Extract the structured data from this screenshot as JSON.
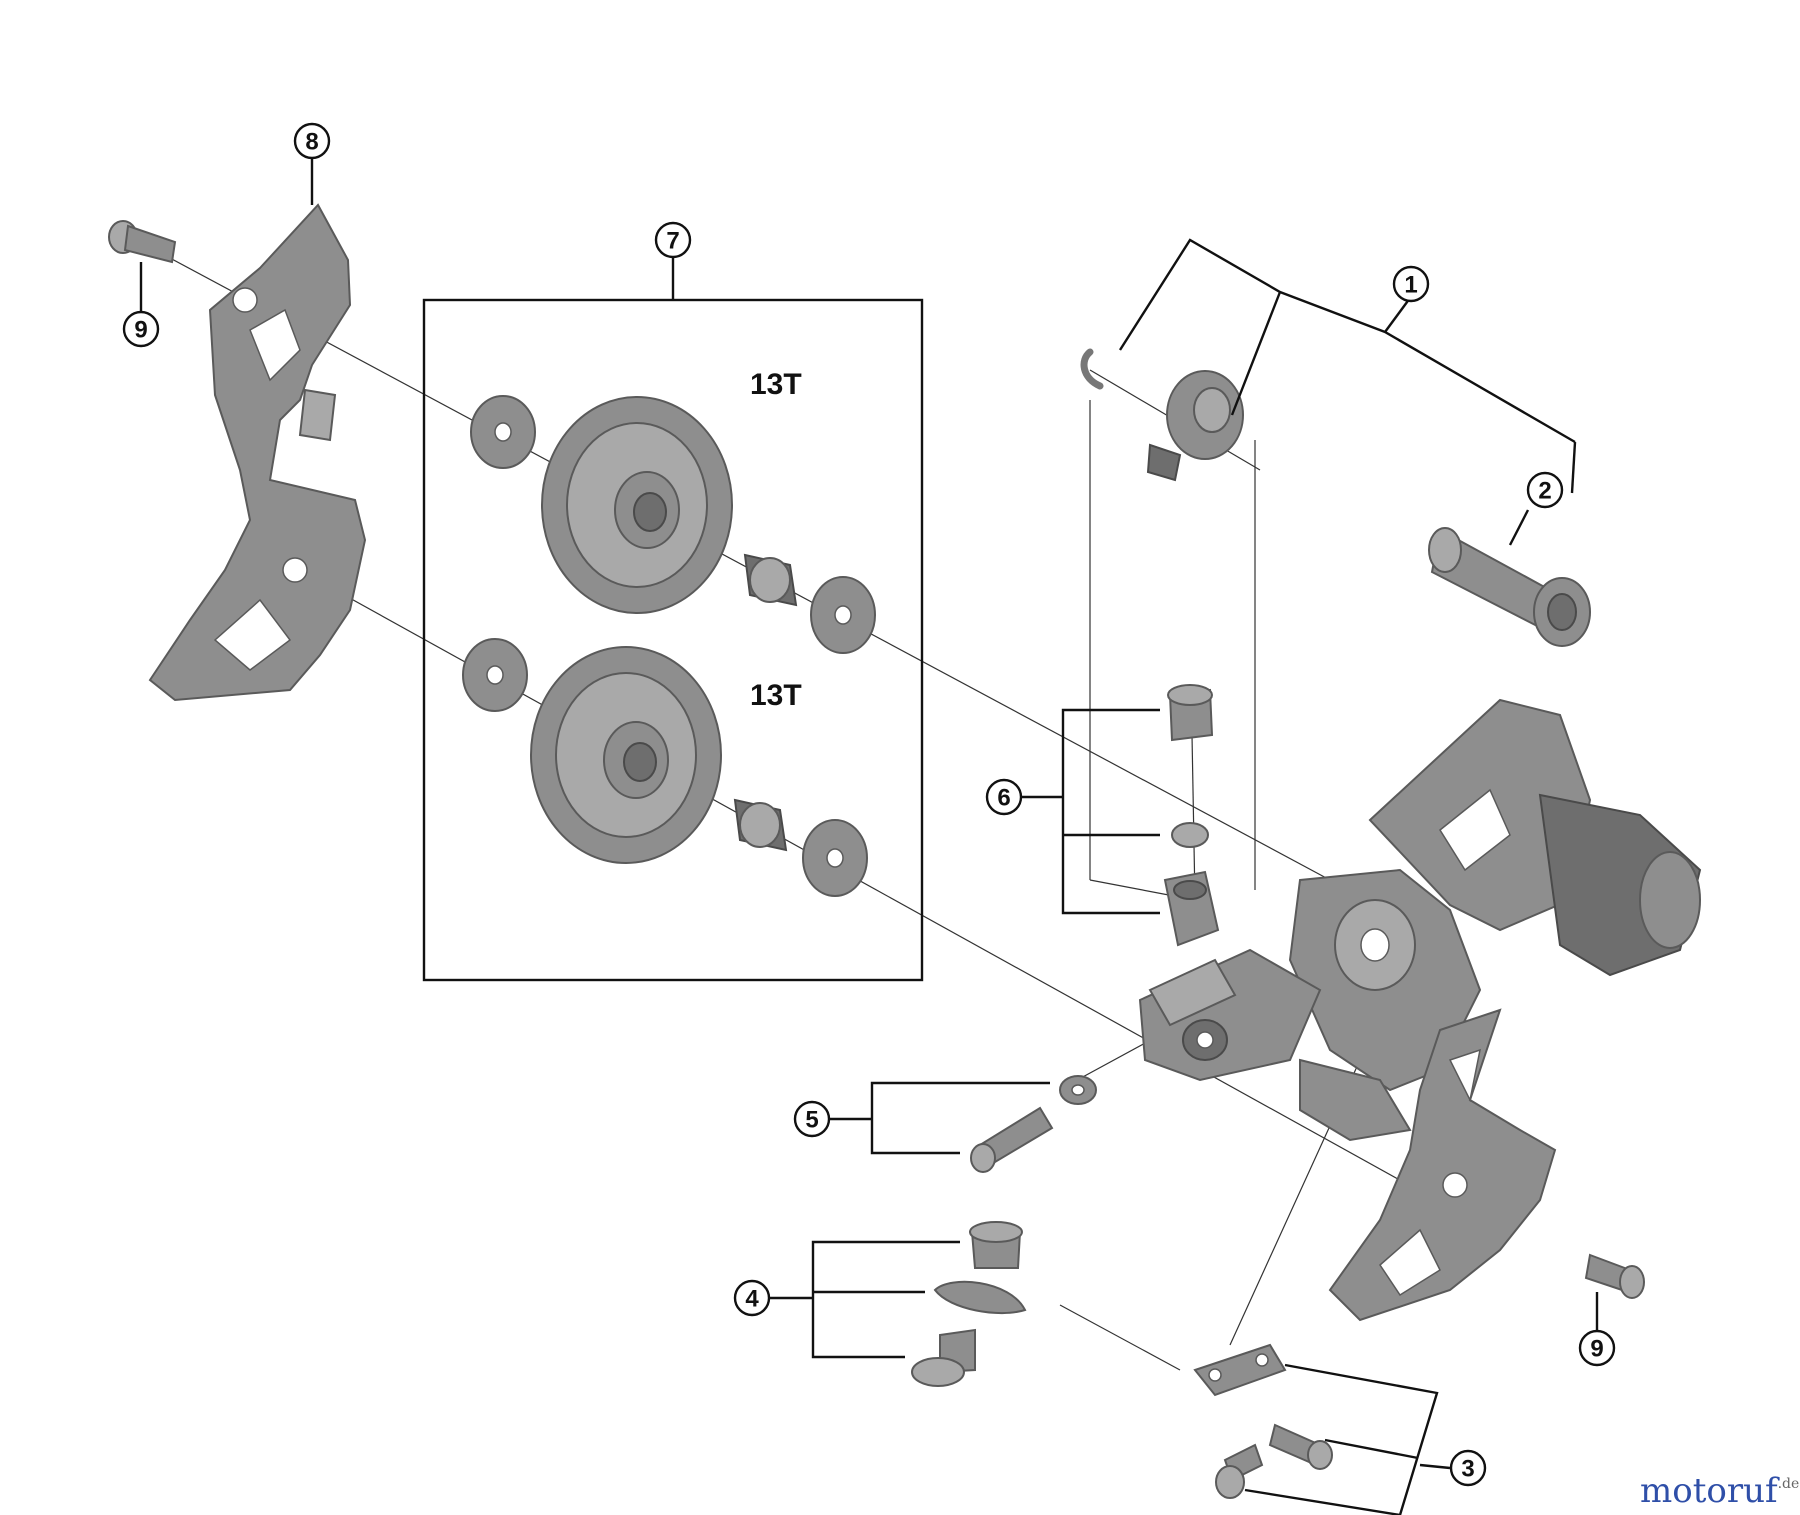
{
  "diagram": {
    "callouts": [
      "1",
      "2",
      "3",
      "4",
      "5",
      "6",
      "7",
      "8",
      "9",
      "9"
    ],
    "pulley_labels": [
      "13T",
      "13T"
    ],
    "watermark": {
      "text_main": "motoruf",
      "text_suffix": ".de"
    },
    "colors": {
      "metal": "#8e8e8e",
      "metal_light": "#a9a9a9",
      "metal_dark": "#6e6e6e",
      "line": "#111111"
    }
  }
}
